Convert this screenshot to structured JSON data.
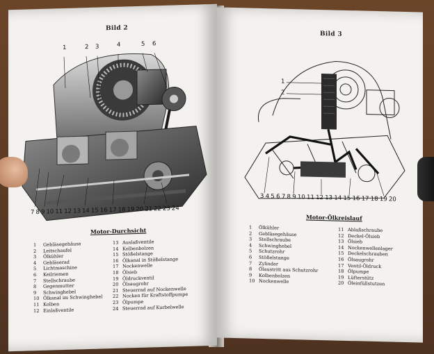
{
  "left_page": {
    "figure_label": "Bild 2",
    "callouts_top": [
      "1",
      "2",
      "3",
      "4",
      "5",
      "6"
    ],
    "callouts_bottom": [
      "7",
      "8",
      "9",
      "10",
      "11",
      "12",
      "13",
      "14",
      "15",
      "16",
      "17",
      "18",
      "19",
      "20",
      "21",
      "22",
      "23",
      "24"
    ],
    "caption": "Motor-Durchsicht",
    "legend_col1": [
      {
        "num": "1",
        "text": "Gebläsegehäuse"
      },
      {
        "num": "2",
        "text": "Leitschaufel"
      },
      {
        "num": "3",
        "text": "Ölkühler"
      },
      {
        "num": "4",
        "text": "Gebläserad"
      },
      {
        "num": "5",
        "text": "Lichtmaschine"
      },
      {
        "num": "6",
        "text": "Keilriemen"
      },
      {
        "num": "7",
        "text": "Stellschraube"
      },
      {
        "num": "8",
        "text": "Gegenmutter"
      },
      {
        "num": "9",
        "text": "Schwinghebel"
      },
      {
        "num": "10",
        "text": "Ölkanal im Schwinghebel"
      },
      {
        "num": "11",
        "text": "Kolben"
      },
      {
        "num": "12",
        "text": "Einlaßventile"
      }
    ],
    "legend_col2": [
      {
        "num": "13",
        "text": "Auslaßventile"
      },
      {
        "num": "14",
        "text": "Kolbenbolzen"
      },
      {
        "num": "15",
        "text": "Stößelstange"
      },
      {
        "num": "16",
        "text": "Ölkanal in Stößelstange"
      },
      {
        "num": "17",
        "text": "Nockenwelle"
      },
      {
        "num": "18",
        "text": "Ölsieb"
      },
      {
        "num": "19",
        "text": "Öldruckventil"
      },
      {
        "num": "20",
        "text": "Ölsaugrohr"
      },
      {
        "num": "21",
        "text": "Steuerrad auf Nockenwelle"
      },
      {
        "num": "22",
        "text": "Nocken für Kraftstoffpumpe"
      },
      {
        "num": "23",
        "text": "Ölpumpe"
      },
      {
        "num": "24",
        "text": "Steuerrad auf Kurbelwelle"
      }
    ]
  },
  "right_page": {
    "figure_label": "Bild 3",
    "callouts_side": [
      "1",
      "2"
    ],
    "callouts_bottom": [
      "3",
      "4",
      "5",
      "6",
      "7",
      "8",
      "9",
      "10",
      "11",
      "12",
      "13",
      "14",
      "15",
      "16",
      "17",
      "18",
      "19",
      "20"
    ],
    "caption": "Motor-Ölkreislauf",
    "legend_col1": [
      {
        "num": "1",
        "text": "Ölkühler"
      },
      {
        "num": "2",
        "text": "Gebläsegehäuse"
      },
      {
        "num": "3",
        "text": "Stellschraube"
      },
      {
        "num": "4",
        "text": "Schwinghebel"
      },
      {
        "num": "5",
        "text": "Schutzrohr"
      },
      {
        "num": "6",
        "text": "Stößelstange"
      },
      {
        "num": "7",
        "text": "Zylinder"
      },
      {
        "num": "8",
        "text": "Ölaustritt aus Schutzrohr"
      },
      {
        "num": "9",
        "text": "Kolbenbolzen"
      },
      {
        "num": "10",
        "text": "Nockenwelle"
      }
    ],
    "legend_col2": [
      {
        "num": "11",
        "text": "Ablaßschraube"
      },
      {
        "num": "12",
        "text": "Deckel-Ölsieb"
      },
      {
        "num": "13",
        "text": "Ölsieb"
      },
      {
        "num": "14",
        "text": "Nockenwellenlager"
      },
      {
        "num": "15",
        "text": "Deckelschrauben"
      },
      {
        "num": "16",
        "text": "Ölsaugrohr"
      },
      {
        "num": "17",
        "text": "Ventil-Öldruck"
      },
      {
        "num": "18",
        "text": "Ölpumpe"
      },
      {
        "num": "19",
        "text": "Lüfterstütz"
      },
      {
        "num": "20",
        "text": "Öleinfüllstutzen"
      }
    ]
  }
}
